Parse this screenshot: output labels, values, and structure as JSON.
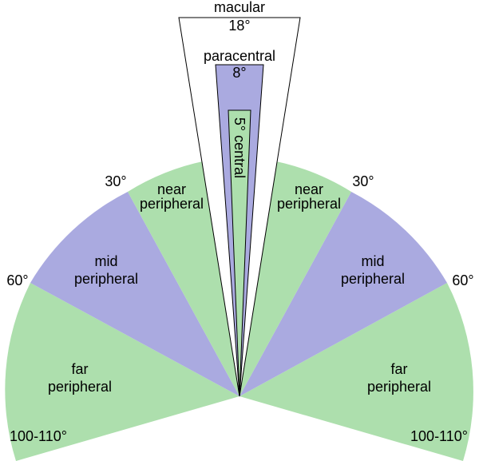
{
  "colors": {
    "far": "#addfad",
    "mid": "#aaaae0",
    "near": "#addfad",
    "macular": "#ffffff",
    "paracentral": "#aaaae0",
    "central": "#addfad",
    "outline": "#000000"
  },
  "labels": {
    "macular": "macular",
    "macular_deg": "18°",
    "paracentral": "paracentral",
    "paracentral_deg": "8°",
    "central": "5° central",
    "near": "near",
    "near2": "peripheral",
    "mid": "mid",
    "mid2": "peripheral",
    "far": "far",
    "far2": "peripheral",
    "deg30": "30°",
    "deg60": "60°",
    "deg100": "100-110°"
  }
}
